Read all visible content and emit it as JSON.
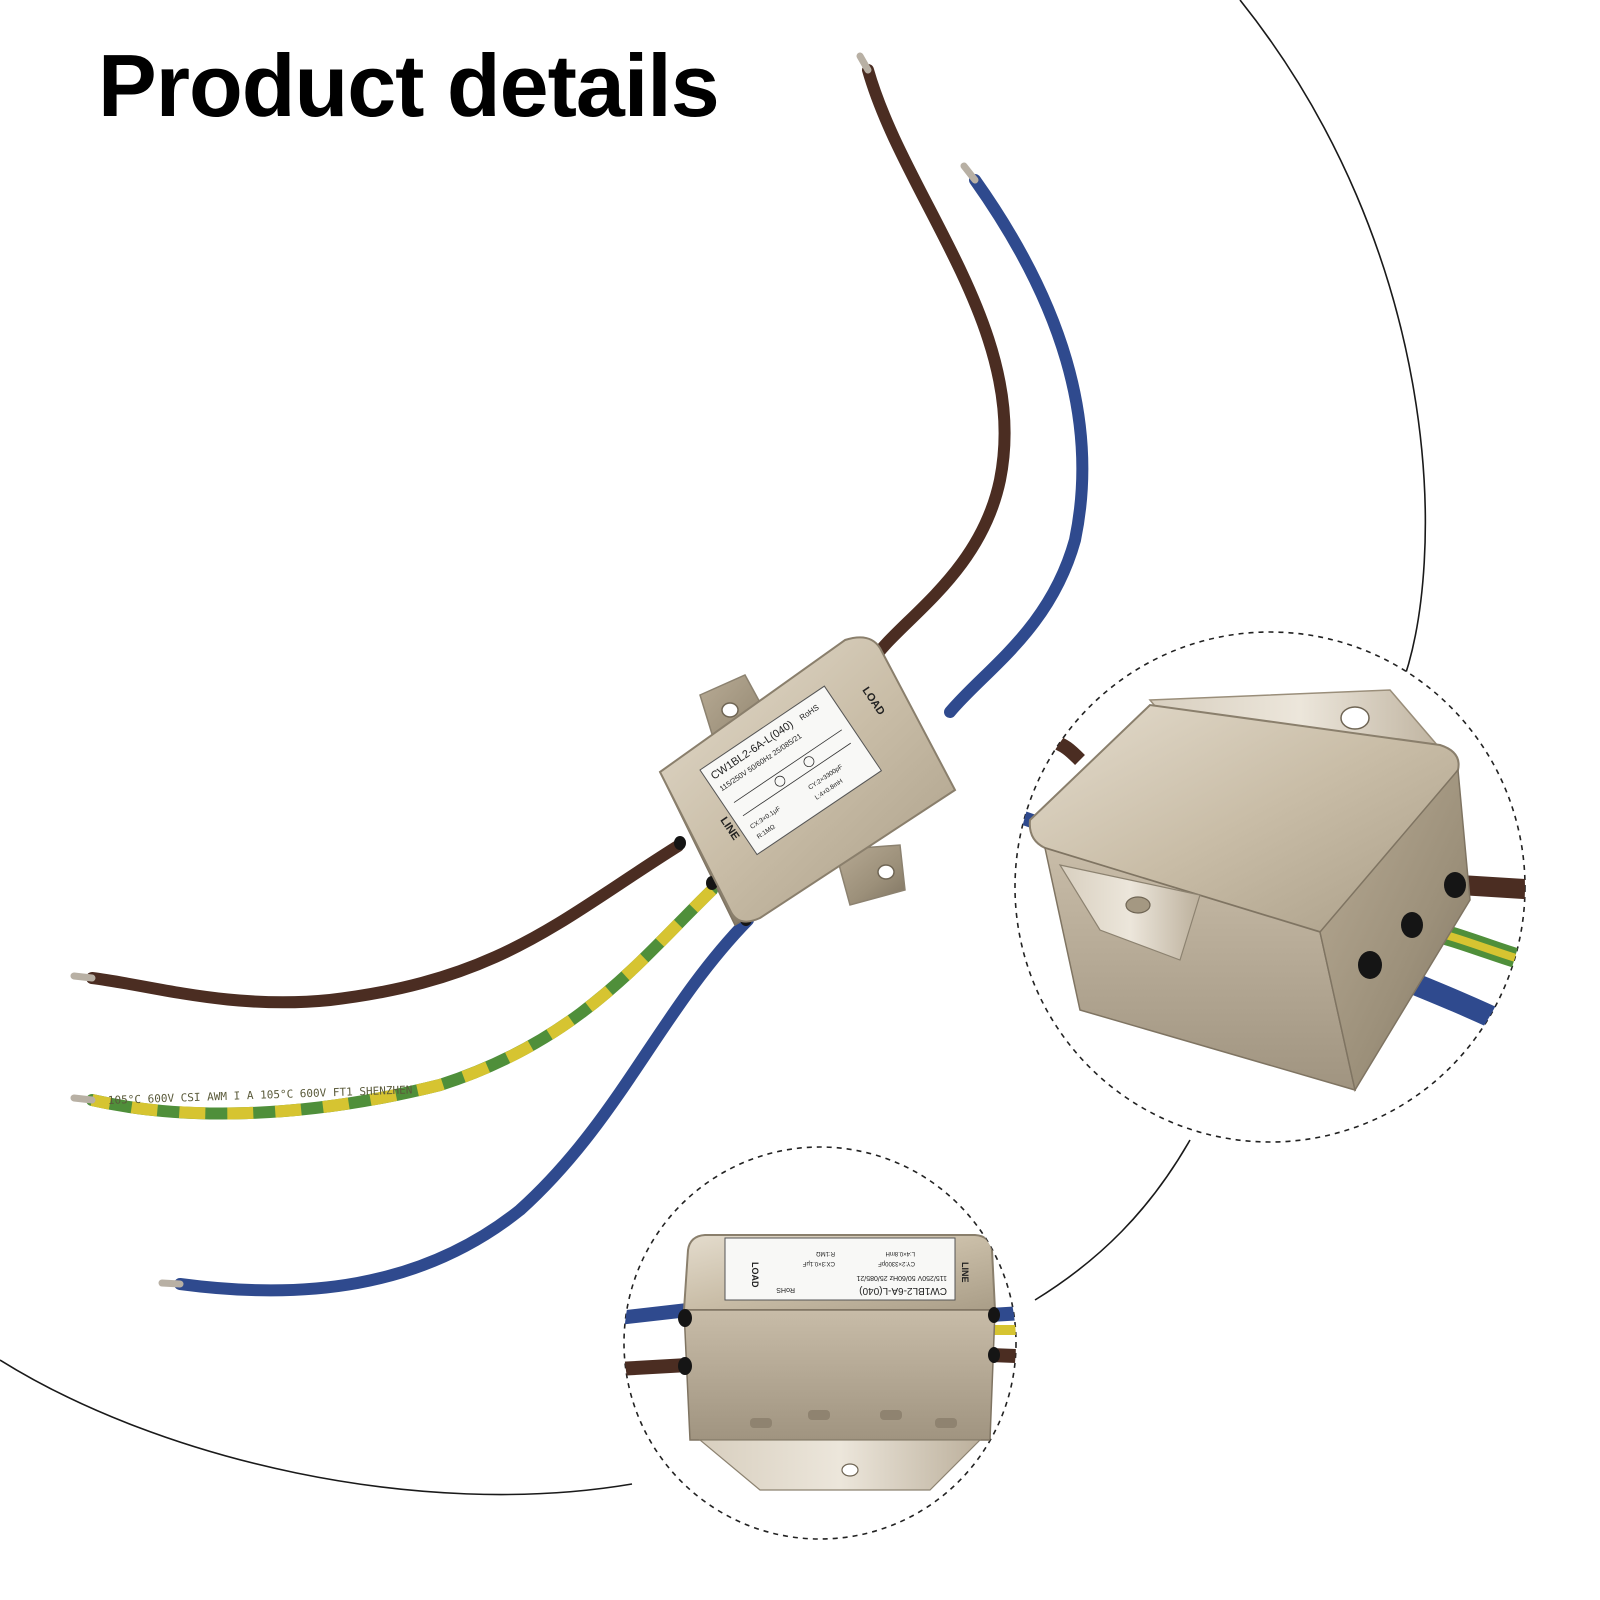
{
  "headline": "Product details",
  "label": {
    "model": "CW1BL2-6A-L(040)",
    "rohs": "RoHS",
    "rating": "115/250V 50/60Hz 25/085/21",
    "cx": "CX:3×0.1μF",
    "r": "R:1MΩ",
    "cy": "CY:2×3300pF",
    "l": "L:4×0.8mH",
    "load": "LOAD",
    "line": "LINE"
  },
  "wire_print": "105°C 600V CSI AWM I A 105°C 600V FT1 SHENZHEN",
  "colors": {
    "brown_wire": "#4b2d22",
    "blue_wire": "#2f4a8e",
    "green_wire": "#4f8f3a",
    "yellow_wire": "#d6c431",
    "metal": "#c8bba6"
  }
}
